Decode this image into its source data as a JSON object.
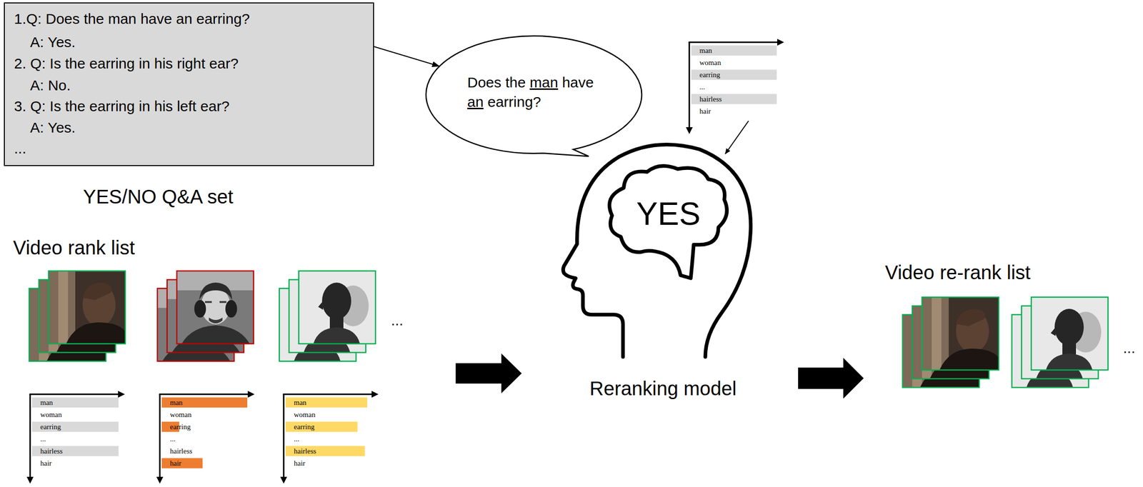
{
  "diagram": {
    "nodes": [
      {
        "text": [
          "1.Q: Does the man have an earring?",
          "A: Yes.",
          "2. Q: Is the earring in his right ear?",
          "A: No.",
          "3. Q: Is the earring in his left ear?",
          "A: Yes.",
          "..."
        ]
      },
      {
        "text": [
          "Does the man have an earring?"
        ]
      },
      {
        "text": [
          "Reranking model"
        ]
      },
      {
        "text": [
          "YES"
        ],
        "in": 2
      }
    ],
    "edges": [
      {
        "from": 0,
        "to": 1,
        "arrow": "to"
      }
    ],
    "labels": [
      "man",
      "woman",
      "earring",
      "...",
      "hairless",
      "hair",
      "YES/NO Q&A set",
      "Video rank list",
      "...",
      "man",
      "woman",
      "earring",
      "...",
      "hairless",
      "hair",
      "man",
      "woman",
      "earring",
      "...",
      "hairless",
      "hair",
      "man",
      "woman",
      "earring",
      "...",
      "hairless",
      "hair",
      "Video re-rank list",
      "..."
    ]
  }
}
